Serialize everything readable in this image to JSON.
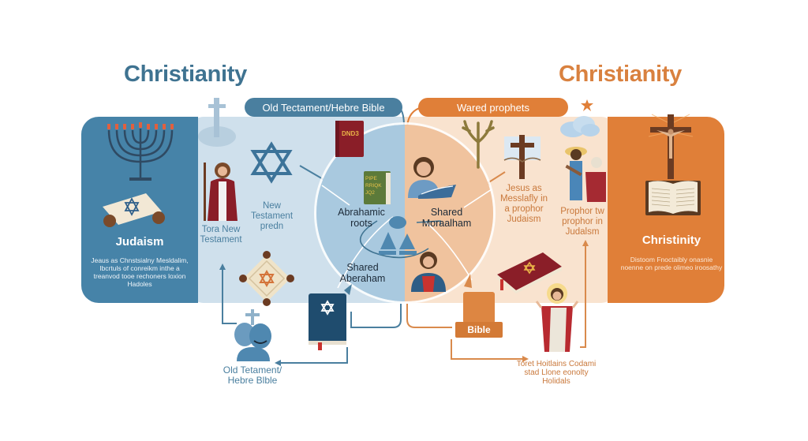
{
  "titles": {
    "left": "Christianity",
    "right": "Christianity"
  },
  "colors": {
    "blue_dark": "#4683a8",
    "blue_light": "#cfe0ec",
    "orange": "#e07f38",
    "peach": "#f9e3cf",
    "title_blue": "#3f7391",
    "title_orange": "#d9813f"
  },
  "pills": {
    "left": "Old Tectament/Hebre Bible",
    "right": "Wared prophets"
  },
  "judaism_panel": {
    "title": "Judaism",
    "description": "Jeaus as Chnstsialny Mesldalim, Ibcrtuls of conreikm inthe a treanvod tooe rechoners loxion Hadoles",
    "icons": [
      "menorah-icon",
      "torah-scroll-icon"
    ]
  },
  "christianity_panel": {
    "title": "Christinity",
    "description": "Distoom Fnoctaibly onasnie noenne on prede olimeo iroosathy",
    "icons": [
      "crucifix-icon",
      "open-bible-icon"
    ]
  },
  "left_inner": {
    "moses_label": "Tora New Testament",
    "star_label": "New Testament predn"
  },
  "center": {
    "abrahamic_roots": "Abrahamic roots",
    "shared_moraalham": "Shared Moraalham",
    "shared_aberaham": "Shared Aberaham",
    "red_book_text": "DND3",
    "green_book_text": "PIPE RRIQK JQ2"
  },
  "right_inner": {
    "cross_label": "Jesus as Messlafly in a prophor Judaism",
    "prophets_label": "Prophor tw prophor in Judalsm"
  },
  "bottom": {
    "left_label": "Old Tetament/ Hebre Blble",
    "bible_block_label": "Bible",
    "right_label": "Toret Hoitlains Codami stad Llone eonolty Holidals"
  }
}
